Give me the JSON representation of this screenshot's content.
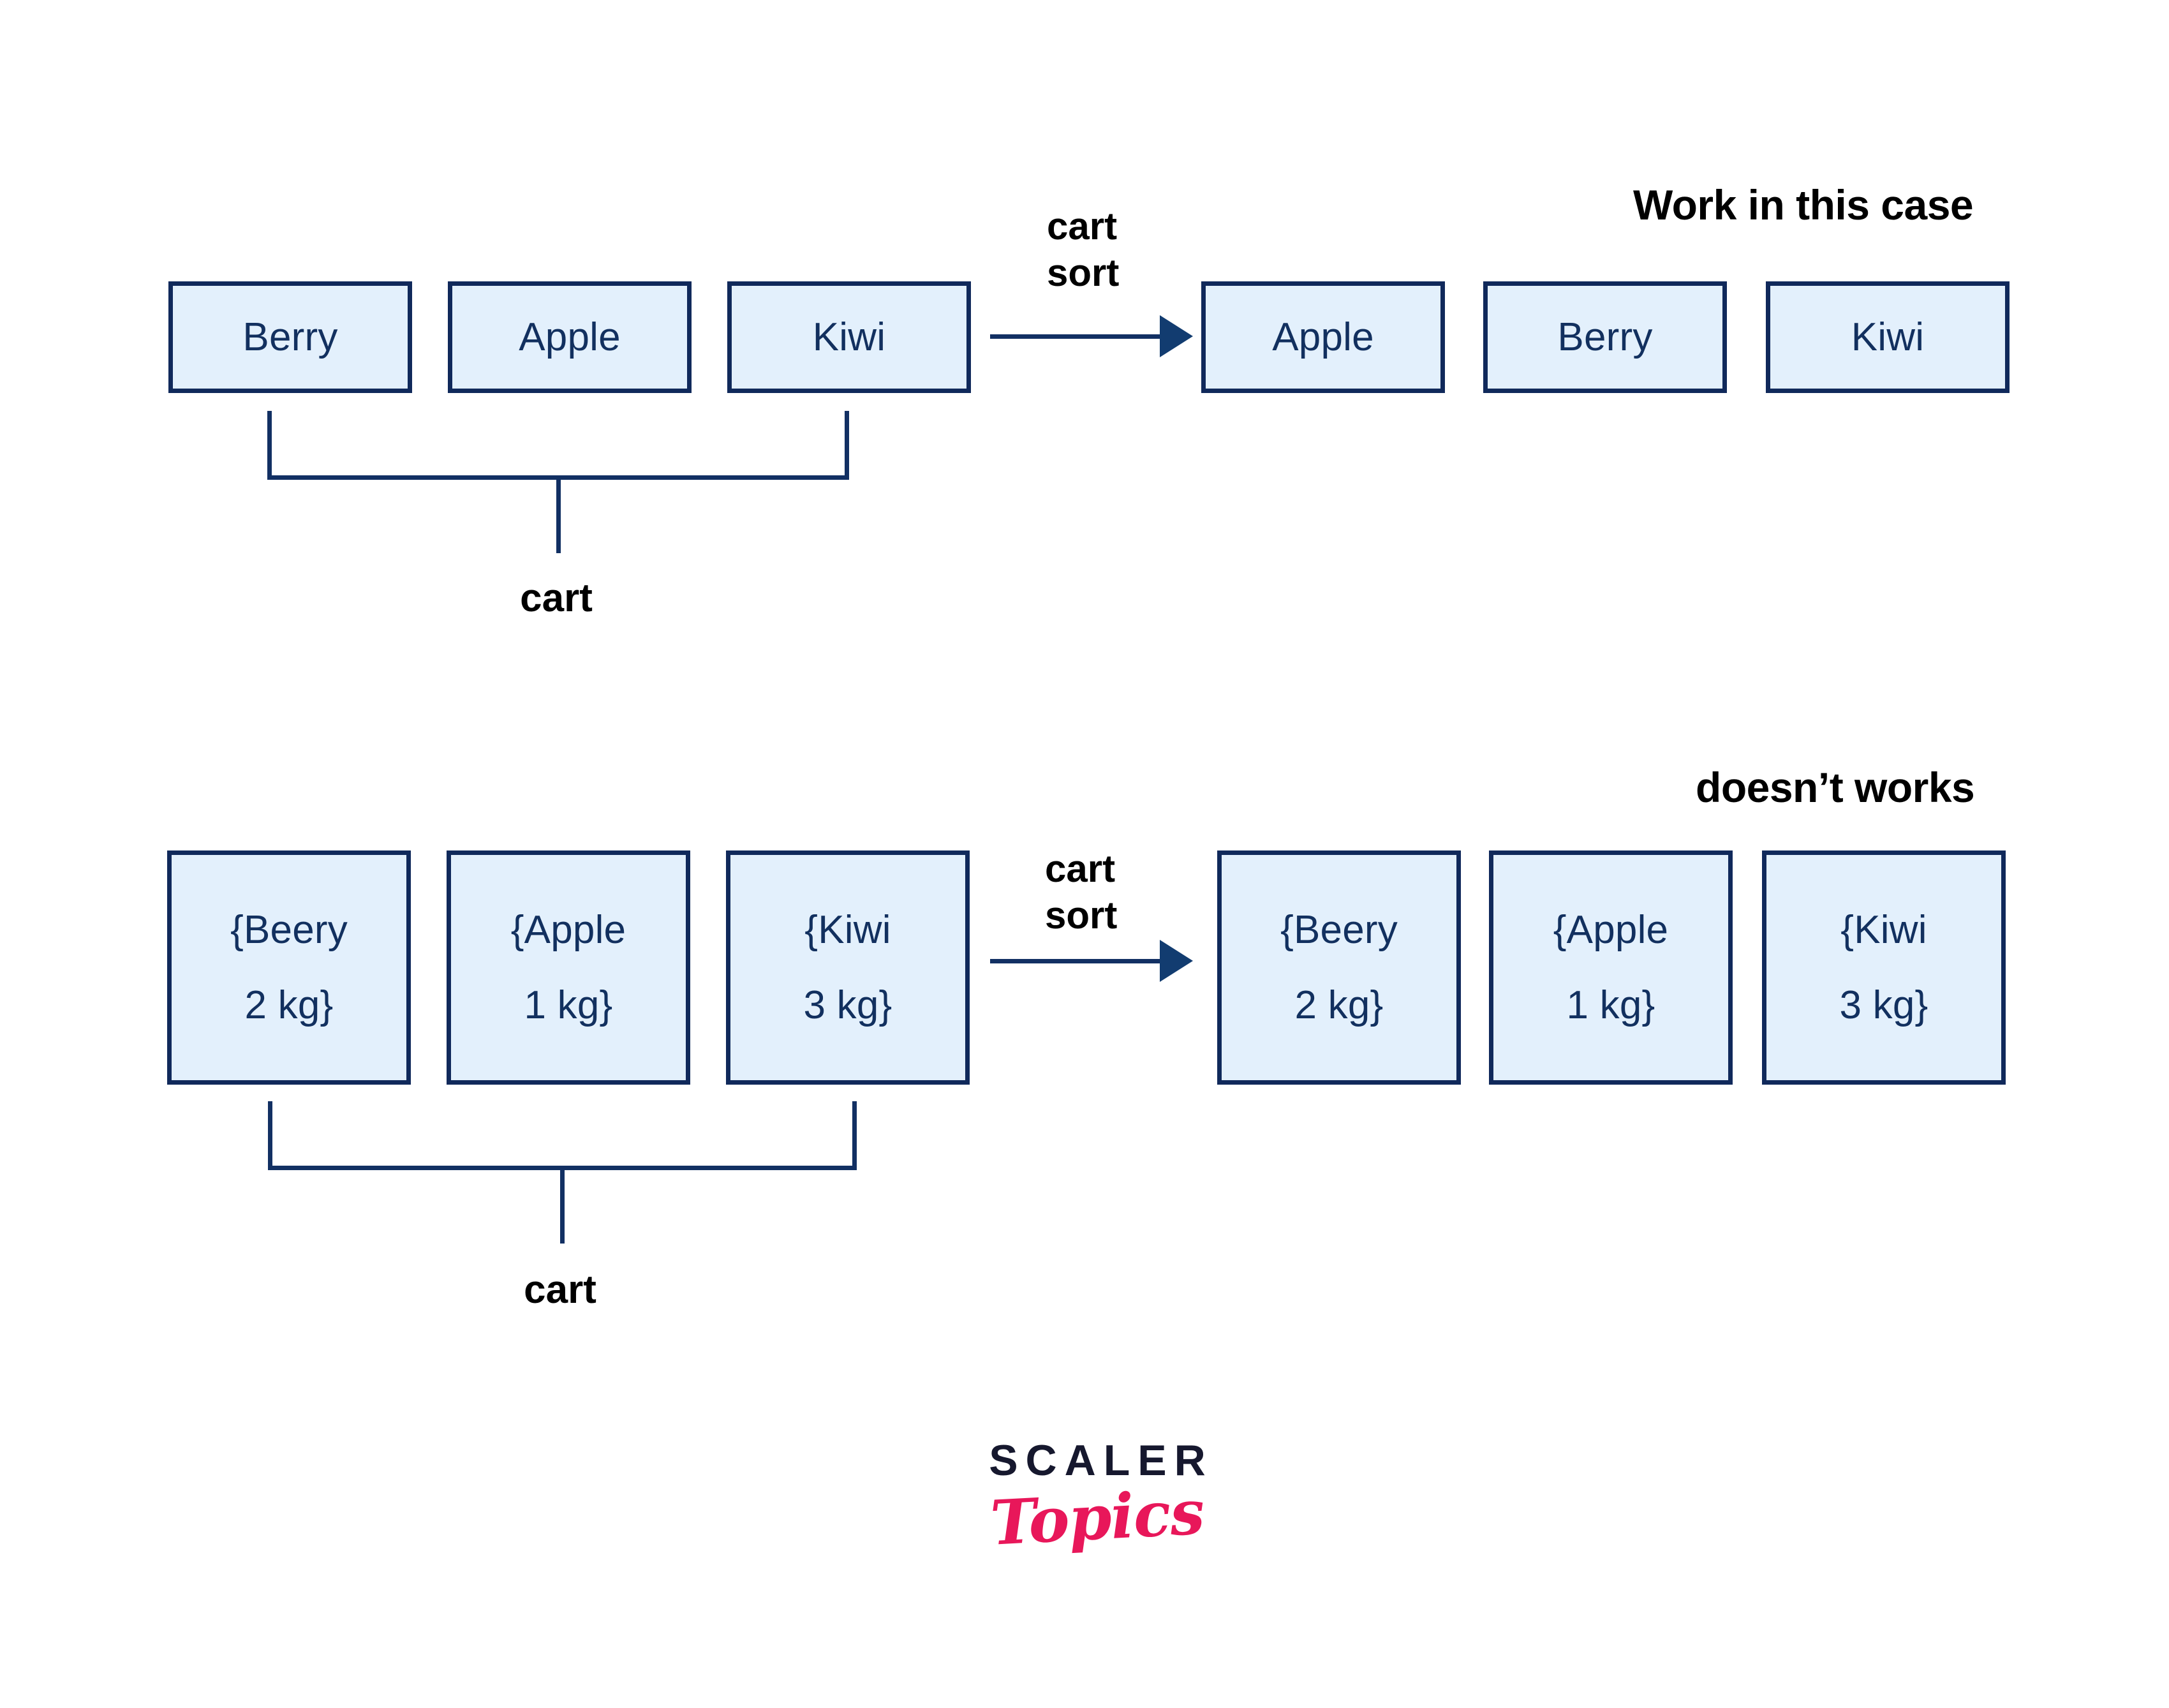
{
  "diagram": {
    "title_row1": "Work in this case",
    "title_row2": "doesn’t works",
    "operation_label_line1": "cart",
    "operation_label_line2": "sort",
    "group_label": "cart"
  },
  "row1": {
    "heading": "Work in this case",
    "input": {
      "group_label": "cart",
      "items": [
        {
          "name": "Berry"
        },
        {
          "name": "Apple"
        },
        {
          "name": "Kiwi"
        }
      ]
    },
    "operation": {
      "line1": "cart",
      "line2": "sort"
    },
    "output": {
      "items": [
        {
          "name": "Apple"
        },
        {
          "name": "Berry"
        },
        {
          "name": "Kiwi"
        }
      ]
    }
  },
  "row2": {
    "heading": "doesn’t works",
    "input": {
      "group_label": "cart",
      "items": [
        {
          "name": "{Beery",
          "weight": "2 kg}"
        },
        {
          "name": "{Apple",
          "weight": "1 kg}"
        },
        {
          "name": "{Kiwi",
          "weight": "3 kg}"
        }
      ]
    },
    "operation": {
      "line1": "cart",
      "line2": "sort"
    },
    "output": {
      "items": [
        {
          "name": "{Beery",
          "weight": "2 kg}"
        },
        {
          "name": "{Apple",
          "weight": "1 kg}"
        },
        {
          "name": "{Kiwi",
          "weight": "3 kg}"
        }
      ]
    }
  },
  "logo": {
    "primary": "SCALER",
    "secondary": "Topics"
  },
  "colors": {
    "box_fill": "#e3f0fc",
    "box_border": "#10295b",
    "text_navy": "#12305f",
    "connector": "#123063",
    "logo_primary": "#16182e",
    "logo_secondary": "#e8175a",
    "background": "#ffffff"
  }
}
